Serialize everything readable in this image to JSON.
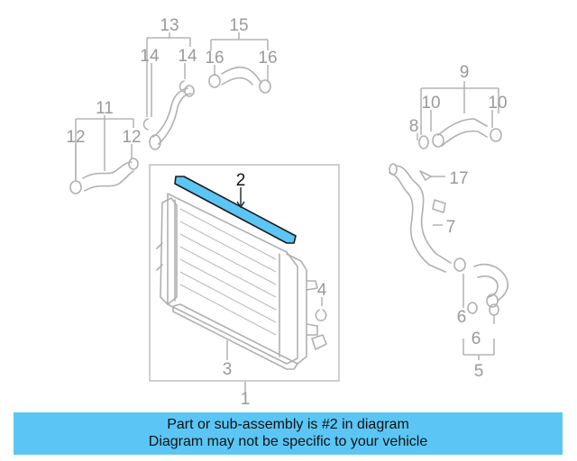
{
  "diagram": {
    "callouts": [
      "1",
      "2",
      "3",
      "4",
      "5",
      "6",
      "6",
      "7",
      "8",
      "9",
      "10",
      "10",
      "11",
      "12",
      "12",
      "13",
      "14",
      "14",
      "15",
      "16",
      "16",
      "17"
    ],
    "highlight_color": "#5bc6f5"
  },
  "banner": {
    "line1": "Part or sub-assembly is #2 in diagram",
    "line2": "Diagram may not be specific to your vehicle",
    "color": "#5bc6f5"
  }
}
